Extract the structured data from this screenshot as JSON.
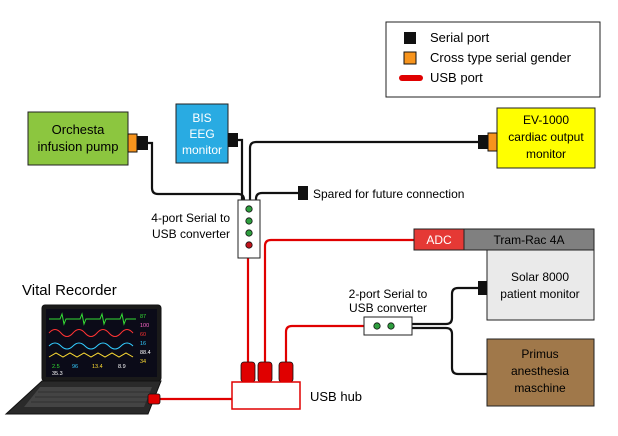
{
  "legend": {
    "serial_port": "Serial port",
    "cross_gender": "Cross type serial gender",
    "usb_port": "USB port"
  },
  "devices": {
    "orchesta": [
      "Orchesta",
      "infusion pump"
    ],
    "bis": [
      "BIS",
      "EEG",
      "monitor"
    ],
    "ev1000": [
      "EV-1000",
      "cardiac output",
      "monitor"
    ],
    "tramrac": [
      "Tram-Rac 4A"
    ],
    "solar": [
      "Solar 8000",
      "patient monitor"
    ],
    "primus": [
      "Primus",
      "anesthesia",
      "maschine"
    ],
    "adc": [
      "ADC"
    ]
  },
  "labels": {
    "spared": "Spared for future connection",
    "four_port": [
      "4-port Serial to",
      "USB converter"
    ],
    "two_port": [
      "2-port Serial to",
      "USB converter"
    ],
    "vital_recorder": "Vital Recorder",
    "usb_hub": "USB hub"
  },
  "laptop_screen": {
    "readouts": [
      "87",
      "100",
      "60",
      "16",
      "88.4",
      "34",
      "2.5",
      "96",
      "13.4",
      "8.9",
      "35.3"
    ]
  },
  "colors": {
    "orchesta": "#8cc63f",
    "bis": "#29abe2",
    "ev1000": "#ffff00",
    "adc": "#e53935",
    "tramrac": "#808080",
    "solar": "#eaeaea",
    "primus": "#a0784a",
    "usb_cable": "#e00000",
    "serial_cable": "#111111",
    "cross_gender": "#f7941d",
    "indicator_green": "#2e9e3e",
    "indicator_red": "#c0141c"
  }
}
